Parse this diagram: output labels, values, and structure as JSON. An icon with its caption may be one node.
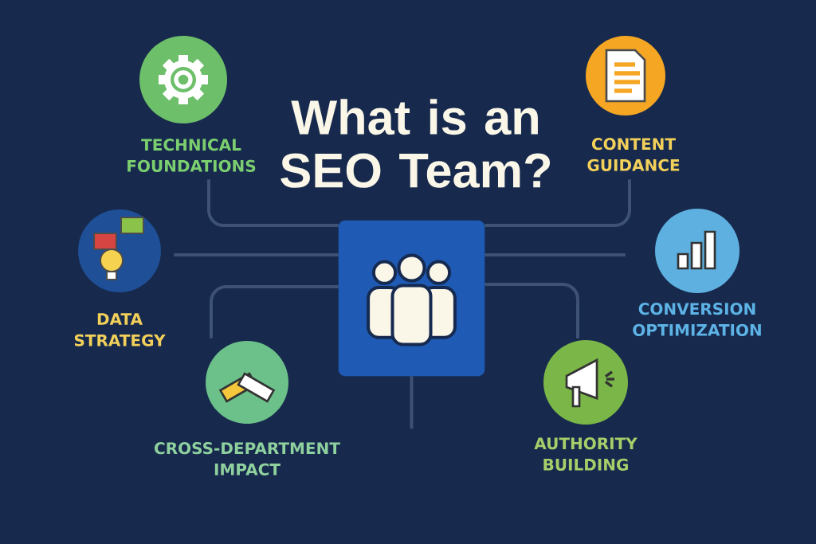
{
  "diagram": {
    "title": "What is an SEO Team?",
    "nodes": [
      {
        "text": [
          "TECHNICAL FOUNDATIONS"
        ]
      },
      {
        "text": [
          "CONTENT GUIDANCE"
        ]
      },
      {
        "text": [
          "DATA STRATEGY"
        ]
      },
      {
        "text": [],
        "shape": "box"
      },
      {
        "text": [
          "CONVERSION OPTIMIZATION"
        ]
      },
      {
        "text": [
          "CROSS-DEPARTMENT IMPACT"
        ]
      },
      {
        "text": [
          "AUTHORITY BUILDING"
        ]
      }
    ],
    "edges": [
      {
        "from": 3,
        "to": 0,
        "arrow": "none"
      },
      {
        "from": 3,
        "to": 2,
        "arrow": "none"
      },
      {
        "from": 3,
        "to": 5,
        "arrow": "none"
      },
      {
        "from": 3,
        "to": 1,
        "arrow": "none"
      },
      {
        "from": 3,
        "to": 4,
        "arrow": "none"
      },
      {
        "from": 3,
        "to": 6,
        "arrow": "none"
      },
      {
        "from": 3,
        "to": null,
        "arrow": "none"
      }
    ]
  }
}
